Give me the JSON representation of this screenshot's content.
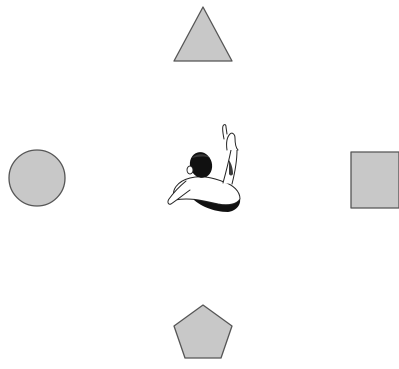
{
  "shapes": [
    {
      "kind": "triangle",
      "icon": "triangle-icon",
      "direction": "top"
    },
    {
      "kind": "square",
      "icon": "square-icon",
      "direction": "right"
    },
    {
      "kind": "pentagon",
      "icon": "pentagon-icon",
      "direction": "bottom"
    },
    {
      "kind": "circle",
      "icon": "circle-icon",
      "direction": "left"
    }
  ],
  "center_figure": {
    "icon": "person-pointing-icon"
  },
  "colors": {
    "shape_fill": "#c8c8c8",
    "shape_stroke": "#555555",
    "figure_stroke": "#222222",
    "figure_dark": "#111111",
    "figure_gray": "#3a3a3a",
    "background": "#ffffff"
  }
}
